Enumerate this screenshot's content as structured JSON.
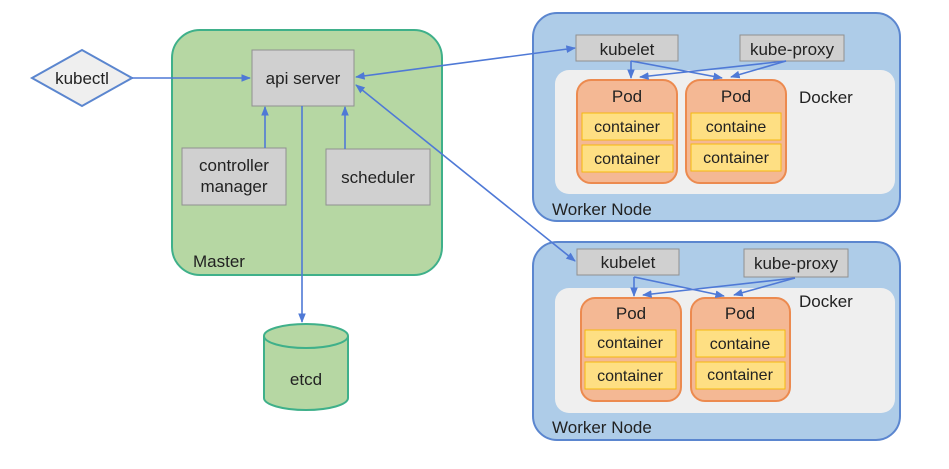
{
  "colors": {
    "master_fill": "#b6d7a3",
    "master_stroke": "#3fb08a",
    "worker_fill": "#aecce8",
    "worker_stroke": "#5b86cf",
    "docker_fill": "#efefef",
    "component_fill": "#d0d0d0",
    "component_stroke": "#909090",
    "pod_fill": "#f4b894",
    "pod_stroke": "#ec8a4f",
    "container_fill": "#fedf83",
    "container_stroke": "#f5b90f",
    "arrow": "#4f79d6",
    "kubectl_fill": "#efefef"
  },
  "client": {
    "label": "kubectl"
  },
  "master": {
    "label": "Master",
    "api_server": "api server",
    "controller_manager": [
      "controller",
      "manager"
    ],
    "scheduler": "scheduler"
  },
  "etcd": {
    "label": "etcd"
  },
  "workers": [
    {
      "label": "Worker Node",
      "kubelet": "kubelet",
      "kube_proxy": "kube-proxy",
      "runtime": "Docker",
      "pods": [
        {
          "label": "Pod",
          "containers": [
            "container",
            "container"
          ]
        },
        {
          "label": "Pod",
          "containers": [
            "containe",
            "container"
          ]
        }
      ]
    },
    {
      "label": "Worker Node",
      "kubelet": "kubelet",
      "kube_proxy": "kube-proxy",
      "runtime": "Docker",
      "pods": [
        {
          "label": "Pod",
          "containers": [
            "container",
            "container"
          ]
        },
        {
          "label": "Pod",
          "containers": [
            "containe",
            "container"
          ]
        }
      ]
    }
  ]
}
